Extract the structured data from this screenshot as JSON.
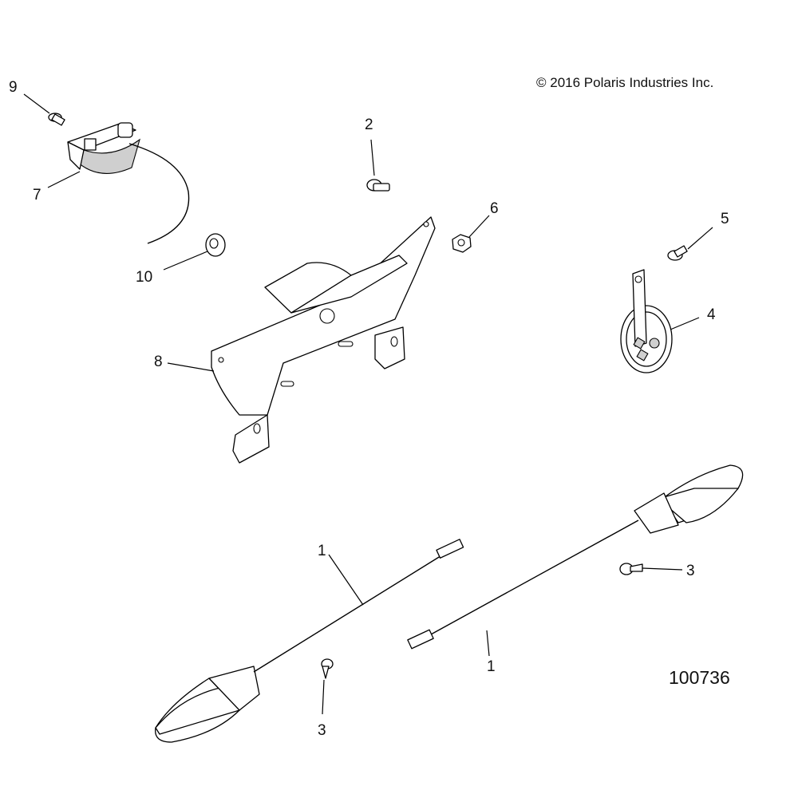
{
  "copyright": "© 2016  Polaris Industries Inc.",
  "figure_number": "100736",
  "callouts": {
    "c1a": "1",
    "c1b": "1",
    "c2": "2",
    "c3a": "3",
    "c3b": "3",
    "c4": "4",
    "c5": "5",
    "c6": "6",
    "c7": "7",
    "c8": "8",
    "c9": "9",
    "c10": "10"
  }
}
